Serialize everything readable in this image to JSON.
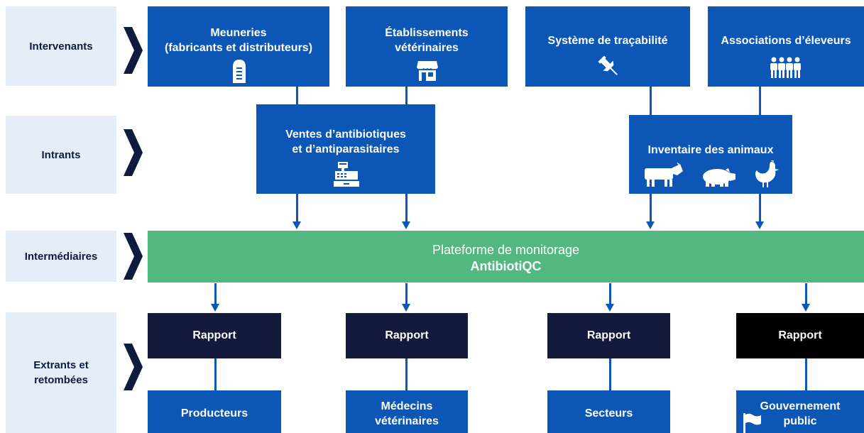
{
  "rows": {
    "intervenants": "Intervenants",
    "intrants": "Intrants",
    "intermediaires": "Intermédiaires",
    "extrants": "Extrants et\nretombées"
  },
  "intervenants": {
    "meuneries": "Meuneries\n(fabricants et distributeurs)",
    "etablissements": "Établissements\nvétérinaires",
    "tracabilite": "Système de traçabilité",
    "associations": "Associations d’éleveurs"
  },
  "intrants": {
    "ventes": "Ventes d’antibiotiques\net d’antiparasitaires",
    "inventaire": "Inventaire des animaux"
  },
  "platform": {
    "line1": "Plateforme de  monitorage",
    "line2": "AntibiotiQC"
  },
  "rapports": [
    "Rapport",
    "Rapport",
    "Rapport",
    "Rapport"
  ],
  "extrants": {
    "producteurs": "Producteurs",
    "medecins": "Médecins\nvétérinaires",
    "secteurs": "Secteurs",
    "gouvernement": "Gouvernement\npublic"
  },
  "colors": {
    "blue": "#0c56b6",
    "green": "#52b880",
    "navy": "#141a3c",
    "black": "#000000",
    "label_bg": "#e5eef8"
  },
  "icons": [
    "silo-icon",
    "store-icon",
    "pushpin-icon",
    "people-icon",
    "cash-register-icon",
    "cow-icon",
    "pig-icon",
    "chicken-icon",
    "flag-icon"
  ]
}
